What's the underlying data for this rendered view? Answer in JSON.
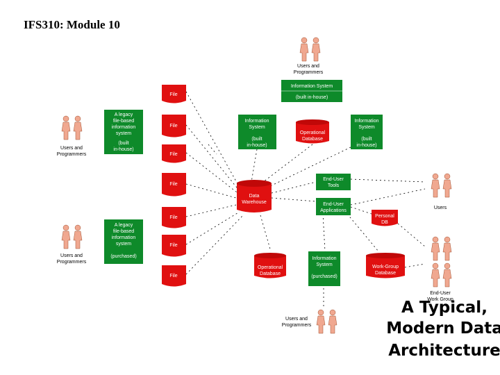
{
  "header": "IFS310: Module 10",
  "title_lines": [
    "A Typical,",
    "Modern Data",
    "Architecture"
  ],
  "files": [
    "File",
    "File",
    "File",
    "File",
    "File",
    "File",
    "File"
  ],
  "legacy_built": [
    "A legacy",
    "file-based",
    "information",
    "system",
    "(built",
    "in-house)"
  ],
  "legacy_purchased": [
    "A legacy",
    "file-based",
    "information",
    "system",
    "(purchased)"
  ],
  "is_top": [
    "Information System",
    "(built in-house)"
  ],
  "is_left": [
    "Information",
    "System",
    "(built",
    "in-house)"
  ],
  "is_right": [
    "Information",
    "System",
    "(built",
    "in-house)"
  ],
  "is_bottom": [
    "Information",
    "System",
    "(purchased)"
  ],
  "op_db_top": [
    "Operational",
    "Database"
  ],
  "op_db_bottom": [
    "Operational",
    "Database"
  ],
  "dw": [
    "Data",
    "Warehouse"
  ],
  "euc_tools": [
    "End-User",
    "Tools"
  ],
  "euc_apps": [
    "End-User",
    "Applications"
  ],
  "personal_db": [
    "Personal",
    "DB"
  ],
  "workgroup_db": [
    "Work-Group",
    "Database"
  ],
  "people": {
    "top": [
      "Users and",
      "Programmers"
    ],
    "left_top": [
      "Users and",
      "Programmers"
    ],
    "left_bottom": [
      "Users and",
      "Programmers"
    ],
    "bottom": [
      "Users and",
      "Programmers"
    ],
    "right_users": [
      "Users"
    ],
    "right_workgroup": [
      "End-User",
      "Work Group"
    ]
  },
  "colors": {
    "db_red": "#e01010",
    "system_green": "#0e8a2a",
    "person": "#f0a890"
  }
}
